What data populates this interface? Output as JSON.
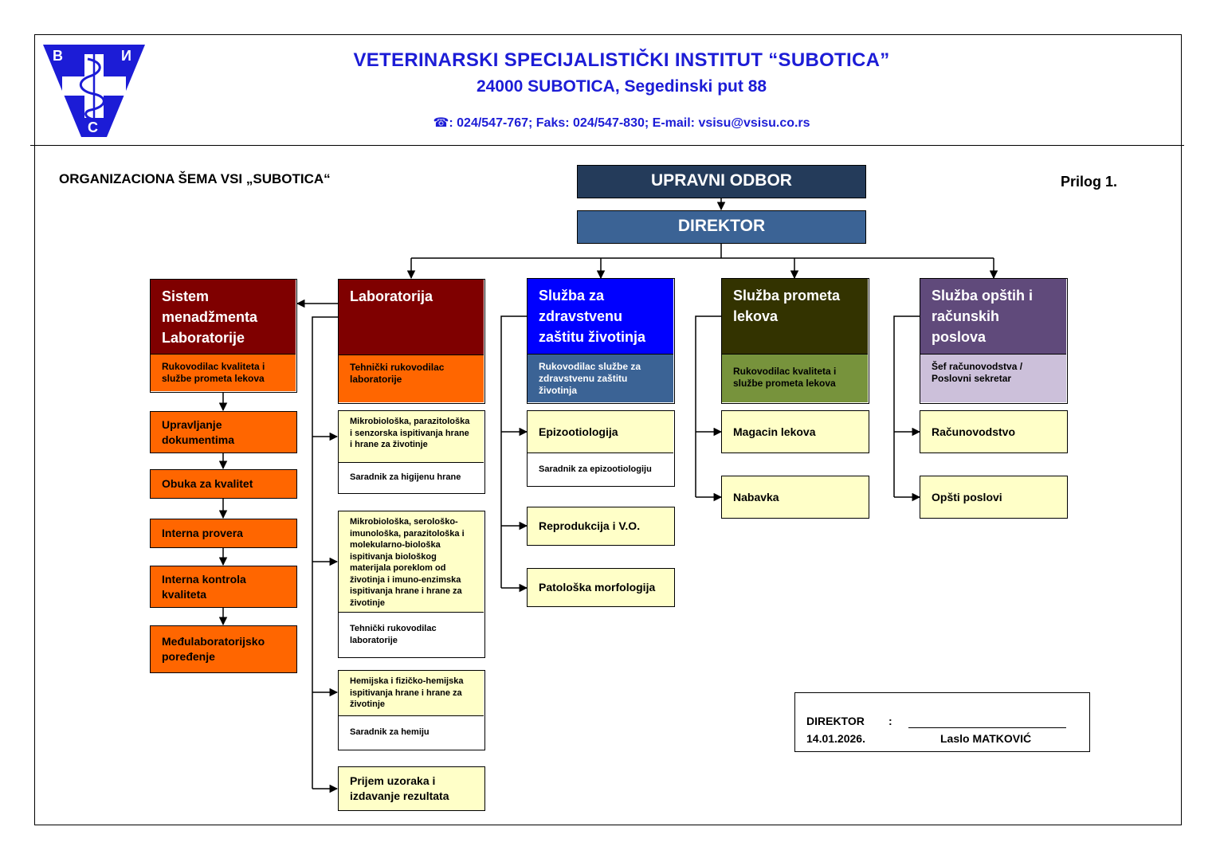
{
  "header": {
    "logo_letters": [
      "В",
      "И",
      "С"
    ],
    "institute_name": "VETERINARSKI SPECIJALISTIČKI INSTITUT “SUBOTICA”",
    "address": "24000 SUBOTICA, Segedinski put 88",
    "contact": "☎: 024/547-767; Faks: 024/547-830;  E-mail: vsisu@vsisu.co.rs"
  },
  "org_title": "ORGANIZACIONA ŠEMA VSI „SUBOTICA“",
  "prilog": "Prilog 1.",
  "top": {
    "board": "UPRAVNI ODBOR",
    "director": "DIREKTOR"
  },
  "units": {
    "quality": {
      "title": "Sistem menadžmenta Laboratorije",
      "subtitle": "Rukovodilac kvaliteta i službe prometa lekova",
      "items": [
        "Upravljanje dokumentima",
        "Obuka za kvalitet",
        "Interna provera",
        "Interna kontrola kvaliteta",
        "Međulaboratorijsko poređenje"
      ]
    },
    "lab": {
      "title": "Laboratorija",
      "subtitle": "Tehnički rukovodilac laboratorije",
      "groups": [
        {
          "desc": "Mikrobiološka, parazitološka i senzorska ispitivanja hrane i hrane za životinje",
          "role": "Saradnik za higijenu hrane"
        },
        {
          "desc": "Mikrobiološka, serološko-imunološka, parazitološka i molekularno-biološka ispitivanja biološkog materijala poreklom od životinja i imuno-enzimska ispitivanja hrane i hrane za životinje",
          "role": "Tehnički rukovodilac laboratorije"
        },
        {
          "desc": "Hemijska i fizičko-hemijska ispitivanja hrane i hrane za životinje",
          "role": "Saradnik za hemiju"
        }
      ],
      "intake": "Prijem uzoraka i izdavanje rezultata"
    },
    "health": {
      "title": "Služba za zdravstvenu zaštitu životinja",
      "subtitle": "Rukovodilac službe za zdravstvenu zaštitu životinja",
      "epi": "Epizootiologija",
      "epi_role": "Saradnik za epizootiologiju",
      "repro": "Reprodukcija i V.O.",
      "patho": "Patološka morfologija"
    },
    "pharma": {
      "title": "Služba prometa lekova",
      "subtitle": "Rukovodilac kvaliteta i službe prometa lekova",
      "items": [
        "Magacin lekova",
        "Nabavka"
      ]
    },
    "general": {
      "title": "Služba opštih i računskih poslova",
      "subtitle": "Šef računovodstva / Poslovni sekretar",
      "items": [
        "Računovodstvo",
        "Opšti poslovi"
      ]
    }
  },
  "signature": {
    "label": "DIREKTOR",
    "colon": ":",
    "date": "14.01.2026.",
    "name": "Laslo MATKOVIĆ"
  },
  "colors": {
    "header_blue": "#1c1cd6",
    "board": "#243b5a",
    "director": "#3b6395",
    "dark_red": "#7f0000",
    "orange": "#ff6600",
    "blue": "#0000ff",
    "steel": "#3b6395",
    "olive_dark": "#333300",
    "olive": "#77933c",
    "purple": "#604a7b",
    "lavender": "#ccc0da",
    "light_yellow": "#ffffc8"
  }
}
